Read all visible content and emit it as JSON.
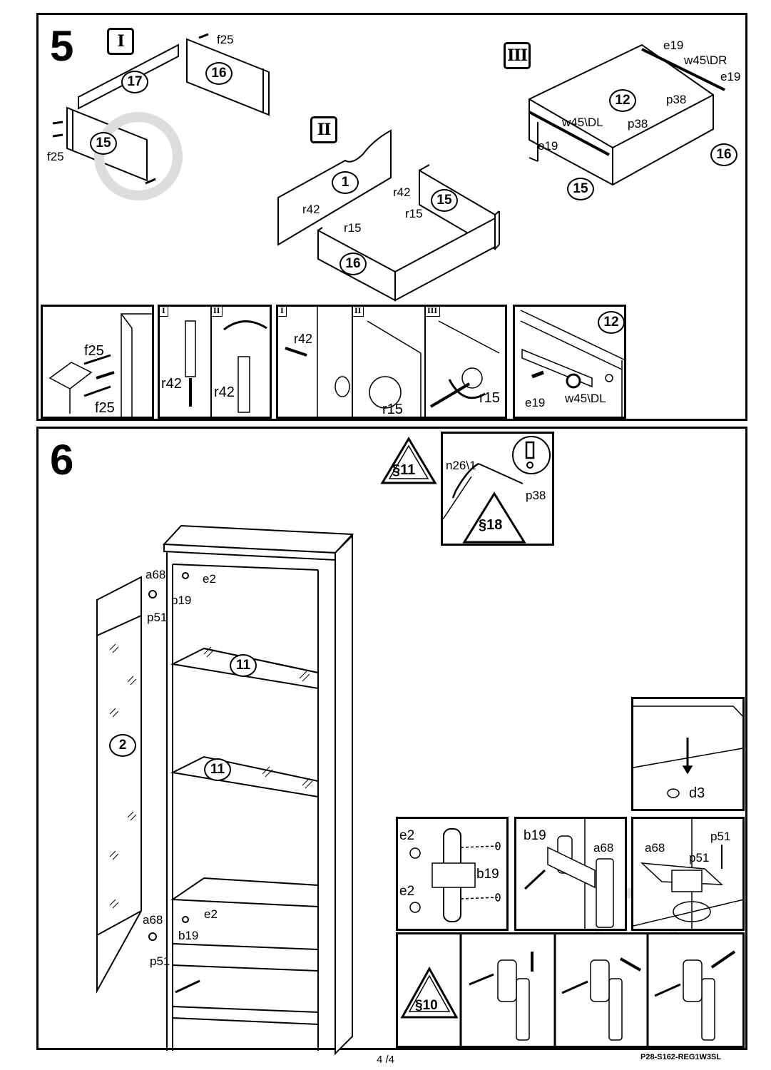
{
  "step5": {
    "number": "5",
    "roman": {
      "one": "I",
      "two": "II",
      "three": "III"
    },
    "sub_i": {
      "part_17": "17",
      "part_16": "16",
      "part_15": "15",
      "f25_top": "f25",
      "f25_left": "f25"
    },
    "sub_ii": {
      "part_1": "1",
      "part_15": "15",
      "part_16": "16",
      "r42_left": "r42",
      "r42_right": "r42",
      "r15_right": "r15",
      "r15_front": "r15"
    },
    "sub_iii": {
      "part_12": "12",
      "part_16": "16",
      "part_15": "15",
      "e19_top": "e19",
      "w45dr": "w45\\DR",
      "e19_right": "e19",
      "p38_right": "p38",
      "p38_mid": "p38",
      "w45dl": "w45\\DL",
      "e19_left": "e19"
    },
    "details": {
      "d1": {
        "f25_a": "f25",
        "f25_b": "f25"
      },
      "d2": {
        "tab_a": "I",
        "tab_b": "II",
        "r42_a": "r42",
        "r42_b": "r42"
      },
      "d3": {
        "tab_a": "I",
        "tab_b": "II",
        "tab_c": "III",
        "r42": "r42",
        "r15_a": "r15",
        "r15_b": "r15"
      },
      "d4": {
        "part_12": "12",
        "e19": "e19",
        "w45dl": "w45\\DL"
      }
    }
  },
  "step6": {
    "number": "6",
    "warning_s11": "§11",
    "notice": {
      "n26": "n26\\1",
      "p38": "p38",
      "s18": "§18"
    },
    "cabinet": {
      "part_2": "2",
      "shelf_a": "11",
      "shelf_b": "11",
      "a68_top": "a68",
      "e2_top": "e2",
      "b19_top": "b19",
      "p51_top": "p51",
      "a68_bot": "a68",
      "e2_bot": "e2",
      "b19_bot": "b19",
      "p51_bot": "p51"
    },
    "d3_detail": {
      "d3": "d3"
    },
    "hinge1": {
      "e2_a": "e2",
      "e2_b": "e2",
      "b19": "b19"
    },
    "hinge2": {
      "b19": "b19",
      "a68": "a68"
    },
    "hinge3": {
      "a68": "a68",
      "p51_a": "p51",
      "p51_b": "p51"
    },
    "adjust": {
      "s10": "§10"
    }
  },
  "footer": {
    "page": "4 /4",
    "code": "P28-S162-REG1W3SL"
  }
}
